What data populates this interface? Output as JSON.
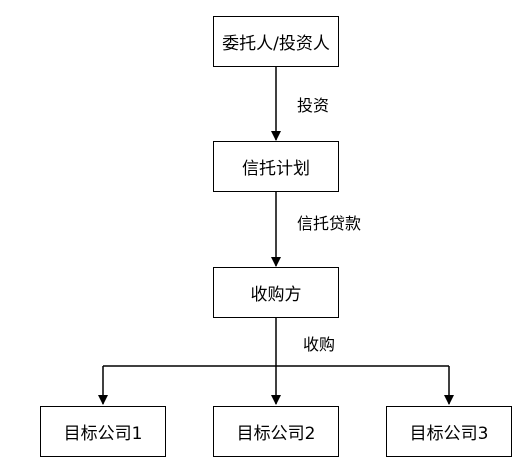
{
  "diagram": {
    "nodes": {
      "investor": "委托人/投资人",
      "trust_plan": "信托计划",
      "acquirer": "收购方",
      "target1": "目标公司1",
      "target2": "目标公司2",
      "target3": "目标公司3"
    },
    "edges": {
      "investor_to_trust": "投资",
      "trust_to_acquirer": "信托贷款",
      "acquirer_to_targets": "收购"
    }
  }
}
